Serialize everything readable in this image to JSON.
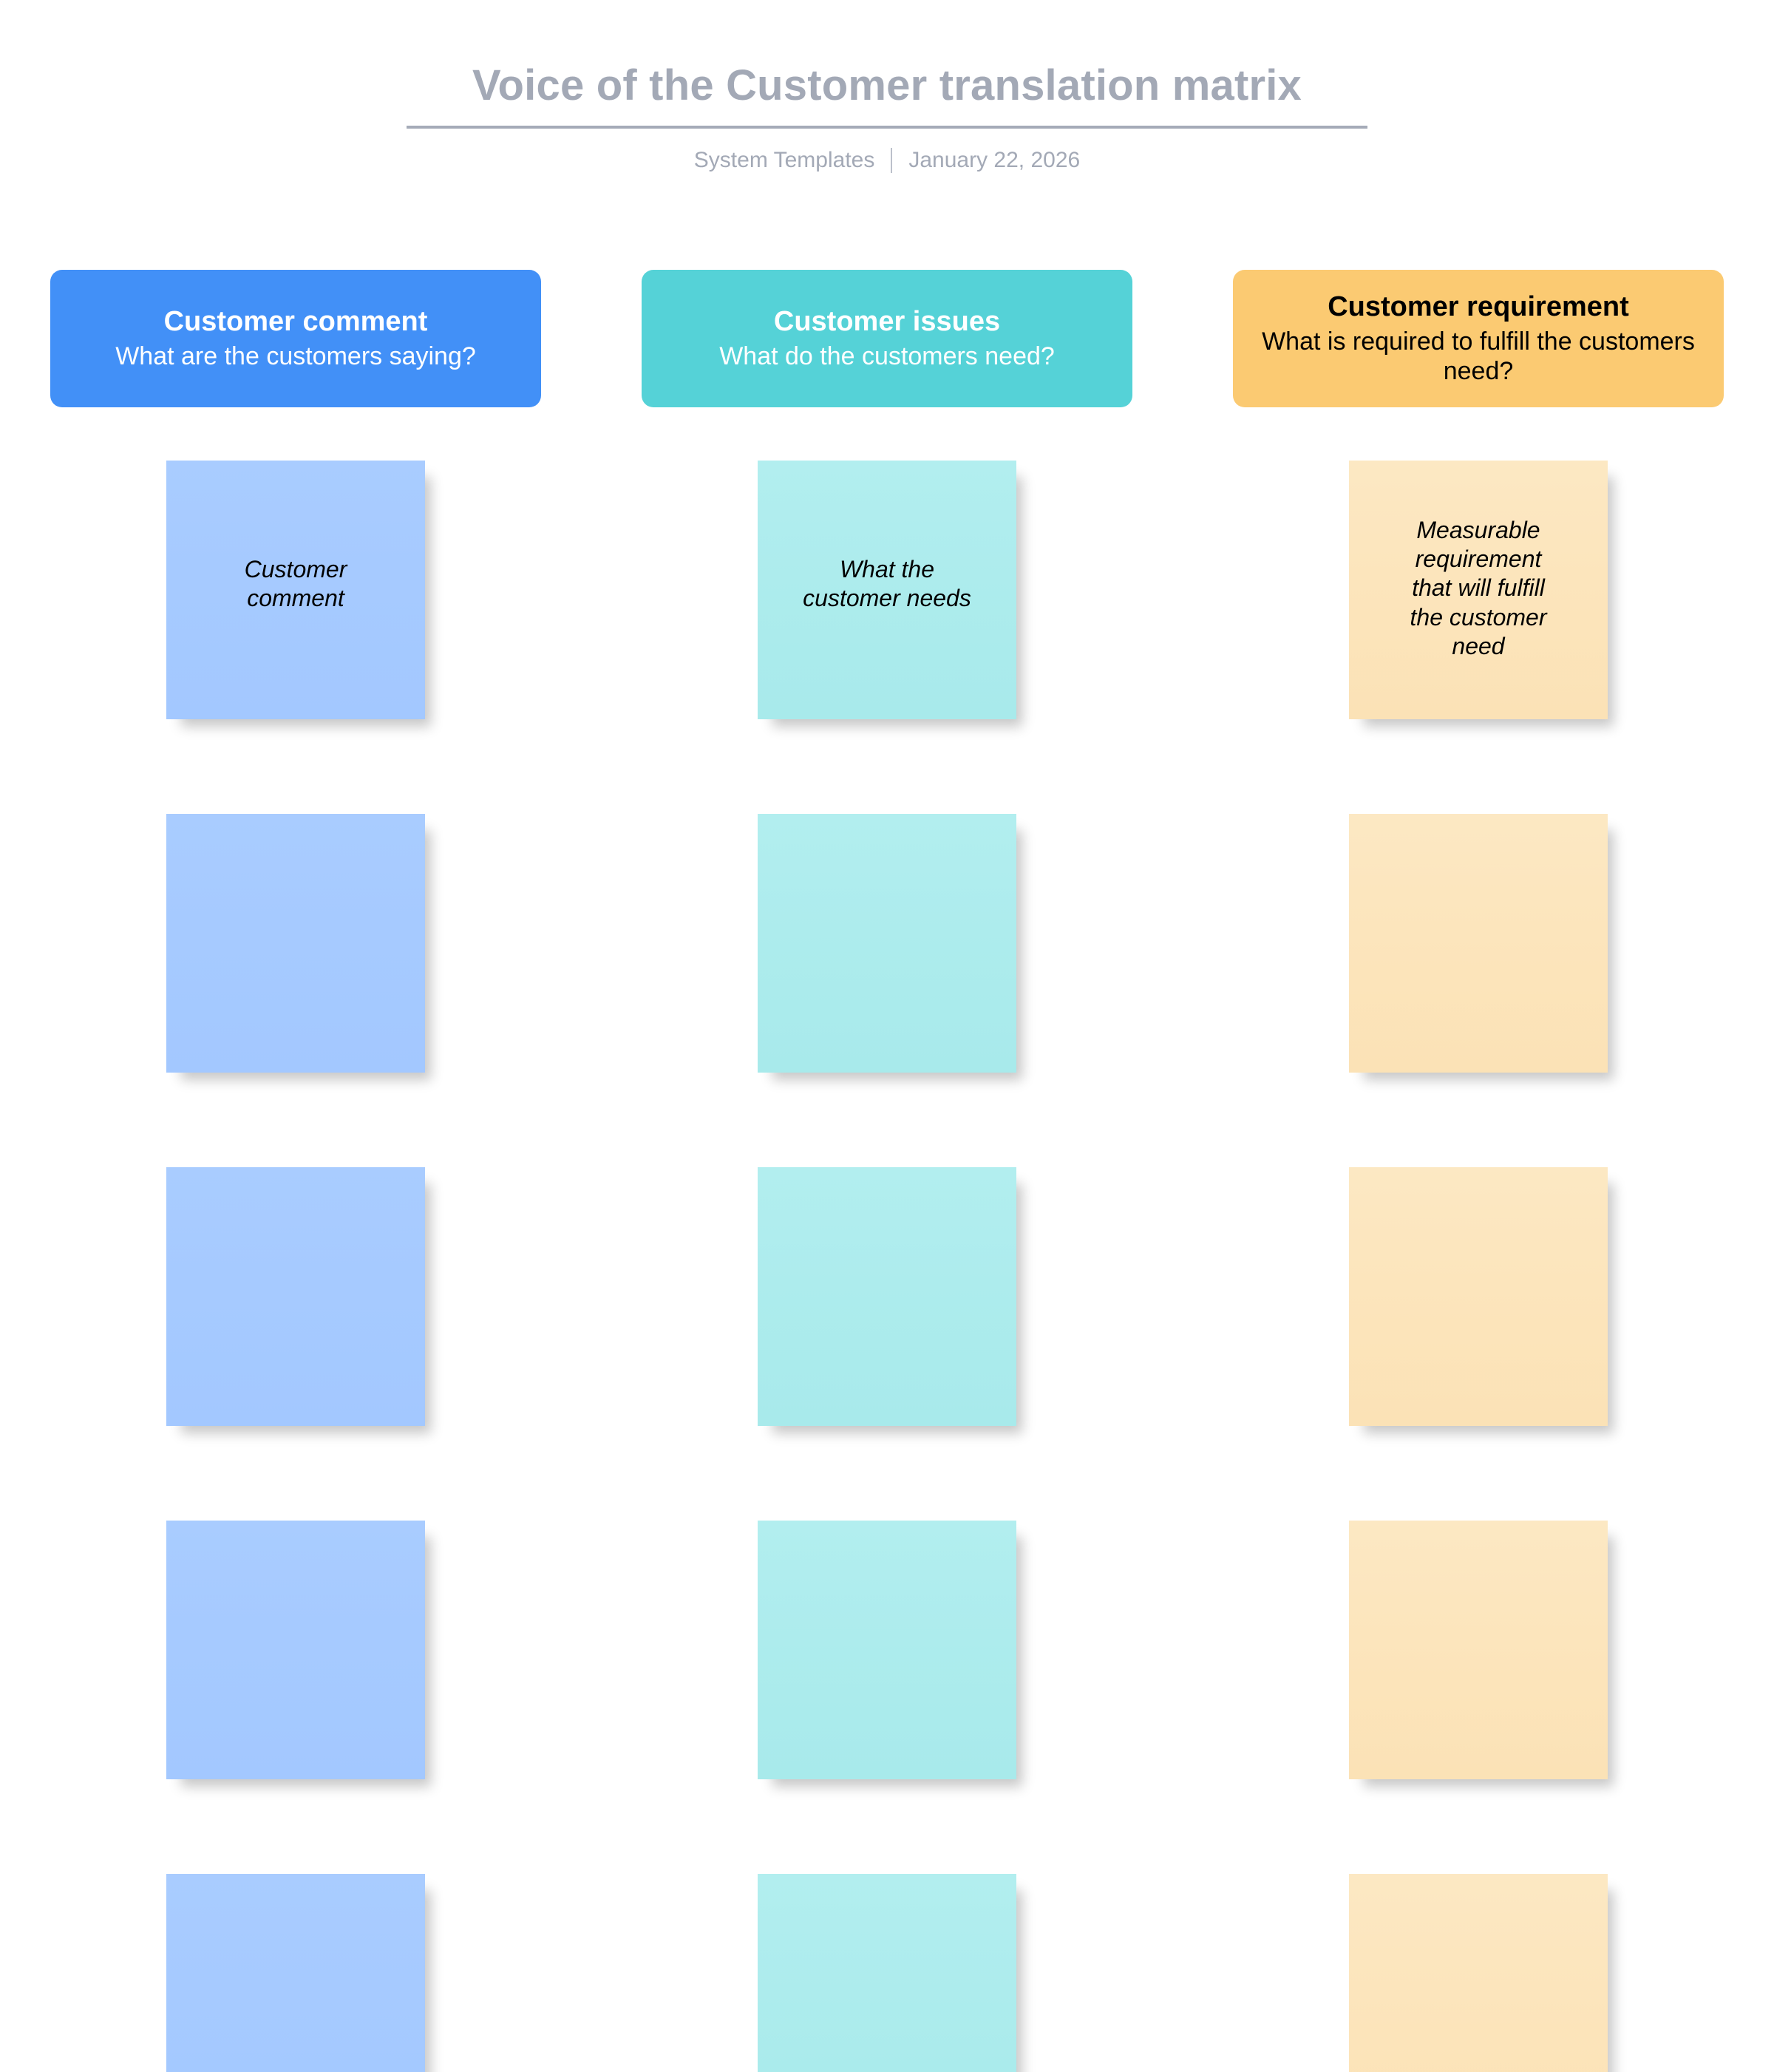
{
  "header": {
    "title": "Voice of the Customer translation matrix",
    "source": "System Templates",
    "date": "January 22, 2026"
  },
  "colors": {
    "blue_header": "#4290f7",
    "teal_header": "#55d2d7",
    "orange_header": "#fbca72",
    "blue_note": "#a6caff",
    "teal_note": "#adeced",
    "orange_note": "#fce5bc",
    "title_gray": "#a3a9b6",
    "rule_gray": "#a5abb8",
    "background": "#ffffff"
  },
  "columns": [
    {
      "key": "customer-comment",
      "title": "Customer comment",
      "subtitle": "What are the customers saying?",
      "notes": [
        {
          "text": "Customer\ncomment"
        },
        {
          "text": ""
        },
        {
          "text": ""
        },
        {
          "text": ""
        },
        {
          "text": ""
        }
      ]
    },
    {
      "key": "customer-issues",
      "title": "Customer issues",
      "subtitle": "What do the customers need?",
      "notes": [
        {
          "text": "What the\ncustomer needs"
        },
        {
          "text": ""
        },
        {
          "text": ""
        },
        {
          "text": ""
        },
        {
          "text": ""
        }
      ]
    },
    {
      "key": "customer-requirement",
      "title": "Customer requirement",
      "subtitle": "What is required to fulfill the customers need?",
      "notes": [
        {
          "text": "Measurable\nrequirement\nthat will fulfill\nthe customer\nneed"
        },
        {
          "text": ""
        },
        {
          "text": ""
        },
        {
          "text": ""
        },
        {
          "text": ""
        }
      ]
    }
  ]
}
